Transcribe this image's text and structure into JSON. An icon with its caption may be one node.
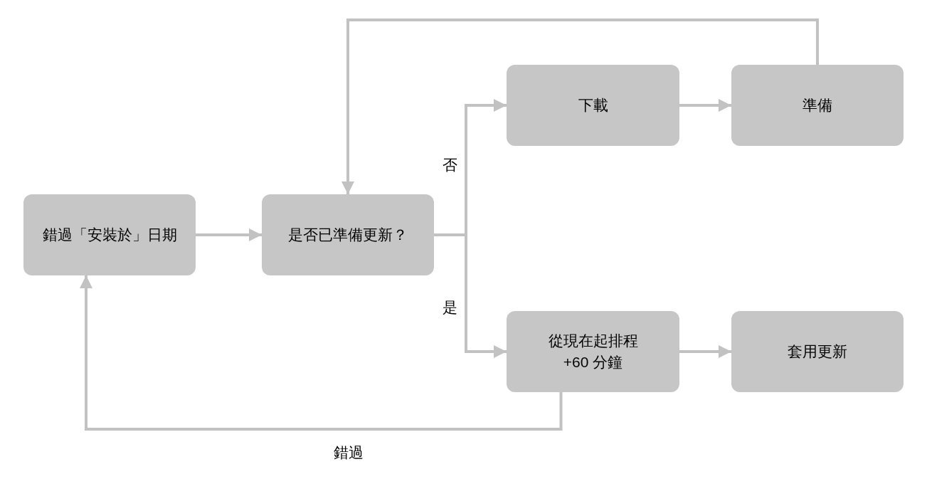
{
  "diagram": {
    "nodes": [
      {
        "text": [
          "錯過「安裝於」日期"
        ]
      },
      {
        "text": [
          "是否已準備更新？"
        ]
      },
      {
        "text": [
          "下載"
        ]
      },
      {
        "text": [
          "準備"
        ]
      },
      {
        "text": [
          "從現在起排程 +60 分鐘"
        ]
      },
      {
        "text": [
          "套用更新"
        ]
      }
    ],
    "edges": [
      {
        "from": 0,
        "to": 1,
        "arrow": "to"
      },
      {
        "from": 1,
        "to": 2,
        "arrow": "to",
        "label": "否"
      },
      {
        "from": 1,
        "to": 4,
        "arrow": "to",
        "label": "是"
      },
      {
        "from": 2,
        "to": 3,
        "arrow": "to"
      },
      {
        "from": 3,
        "to": 1,
        "arrow": "to"
      },
      {
        "from": 4,
        "to": 5,
        "arrow": "to"
      },
      {
        "from": 4,
        "to": 0,
        "arrow": "to",
        "label": "錯過"
      }
    ]
  }
}
